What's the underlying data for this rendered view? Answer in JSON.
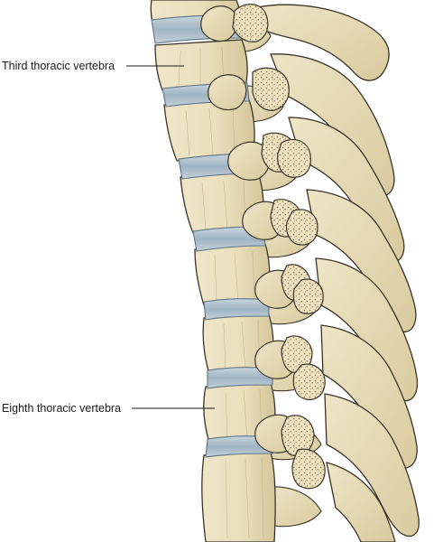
{
  "figure": {
    "labels": [
      {
        "id": "third",
        "text": "Third thoracic vertebra"
      },
      {
        "id": "eighth",
        "text": "Eighth thoracic vertebra"
      }
    ]
  },
  "colors": {
    "bone": "#ece2c0",
    "bone_shade": "#d8caa0",
    "outline": "#3b3528",
    "disc": "#aebfcc",
    "disc_dark": "#7f95a6",
    "cancellous": "#8a6a4a"
  }
}
